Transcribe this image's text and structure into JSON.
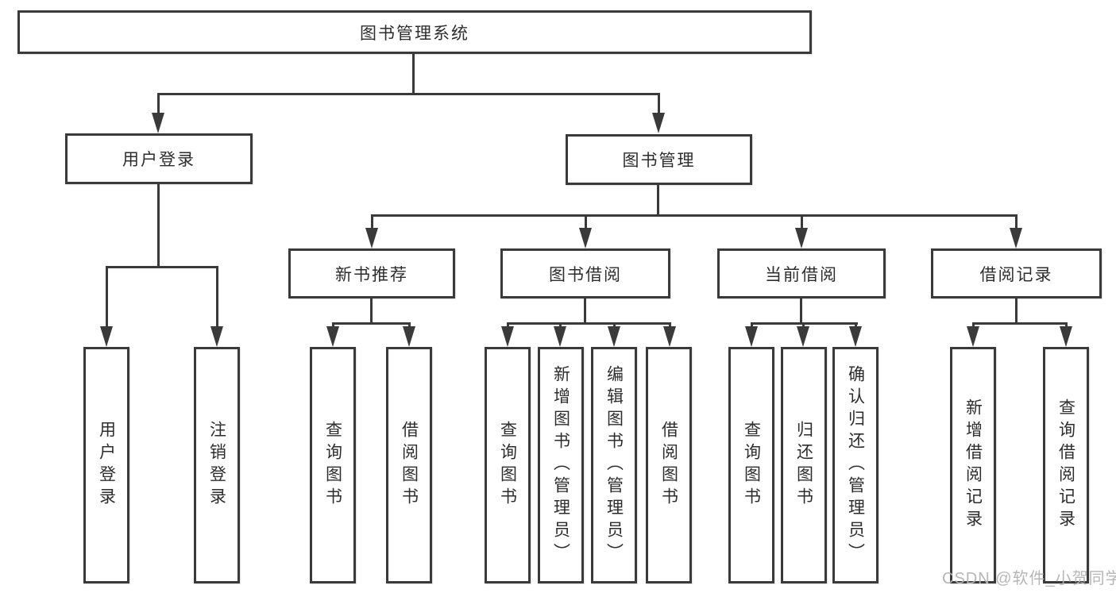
{
  "diagram": {
    "title": "图书管理系统",
    "root": {
      "label": "图书管理系统"
    },
    "level2": {
      "user_login": {
        "label": "用户登录"
      },
      "book_mgmt": {
        "label": "图书管理"
      }
    },
    "level3": {
      "new_books": {
        "label": "新书推荐"
      },
      "book_borrow": {
        "label": "图书借阅"
      },
      "current_borrow": {
        "label": "当前借阅"
      },
      "borrow_records": {
        "label": "借阅记录"
      }
    },
    "leaves": {
      "user_login": "用户登录",
      "logout": "注销登录",
      "nb_query": "查询图书",
      "nb_borrow": "借阅图书",
      "bb_query": "查询图书",
      "bb_add": "新增图书（管理员）",
      "bb_edit": "编辑图书（管理员）",
      "bb_borrow": "借阅图书",
      "cb_query": "查询图书",
      "cb_return": "归还图书",
      "cb_confirm": "确认归还（管理员）",
      "br_add": "新增借阅记录",
      "br_query": "查询借阅记录"
    }
  },
  "watermark": "CSDN @软件_小贺同学",
  "colors": {
    "line": "#3a3a3a",
    "text": "#2d2d2d",
    "watermark": "#b3b3b3",
    "background": "#ffffff"
  }
}
